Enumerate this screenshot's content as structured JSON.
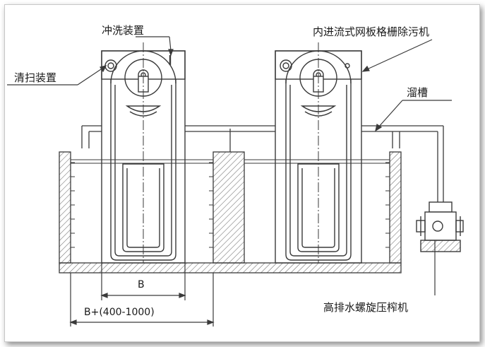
{
  "labels": {
    "flushing_device": "冲洗装置",
    "cleaning_device": "清扫装置",
    "machine_name": "内进流式网板格栅除污机",
    "chute": "溜槽",
    "press": "高排水螺旋压榨机"
  },
  "dimensions": {
    "width_b": "B",
    "total_width": "B+(400-1000)"
  },
  "colors": {
    "line": "#3a3a3a",
    "hatch": "#6a6a6a",
    "background": "#ffffff"
  }
}
